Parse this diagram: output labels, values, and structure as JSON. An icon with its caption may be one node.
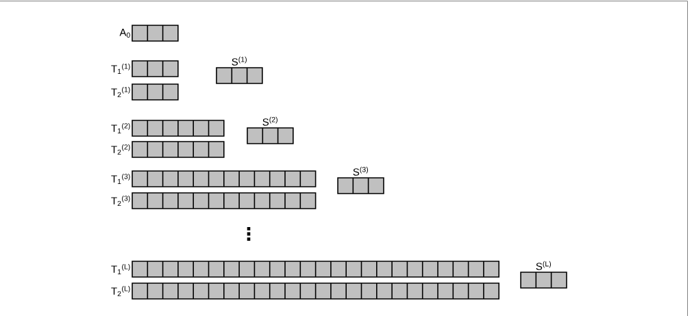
{
  "diagram": {
    "nodes": [
      {
        "text": [],
        "shape": "bar",
        "beside": [
          "A$_{0}$"
        ]
      },
      {
        "text": [],
        "shape": "bar",
        "beside": [
          "T$_{1}$$^{(1)}$"
        ]
      },
      {
        "text": [],
        "shape": "bar",
        "beside": [
          "S$^{(1)}$"
        ]
      },
      {
        "text": [],
        "shape": "bar",
        "beside": [
          "T$_{2}$$^{(1)}$"
        ]
      },
      {
        "text": [],
        "shape": "bar",
        "beside": [
          "T$_{1}$$^{(2)}$"
        ]
      },
      {
        "text": [],
        "shape": "bar",
        "beside": [
          "S$^{(2)}$"
        ]
      },
      {
        "text": [],
        "shape": "bar",
        "beside": [
          "T$_{2}$$^{(2)}$"
        ]
      },
      {
        "text": [],
        "shape": "bar",
        "beside": [
          "T$_{1}$$^{(3)}$"
        ]
      },
      {
        "text": [],
        "shape": "bar",
        "beside": [
          "S$^{(3)}$"
        ]
      },
      {
        "text": [],
        "shape": "bar",
        "beside": [
          "T$_{2}$$^{(3)}$"
        ]
      },
      {
        "text": [],
        "shape": "bar",
        "beside": [
          "T$_{1}$$^{(L)}$"
        ]
      },
      {
        "text": [],
        "shape": "bar",
        "beside": [
          "S$^{(L)}$"
        ]
      },
      {
        "text": [],
        "shape": "bar",
        "beside": [
          "T$_{2}$$^{(L)}$"
        ]
      }
    ],
    "labels": [
      "⋮"
    ]
  }
}
